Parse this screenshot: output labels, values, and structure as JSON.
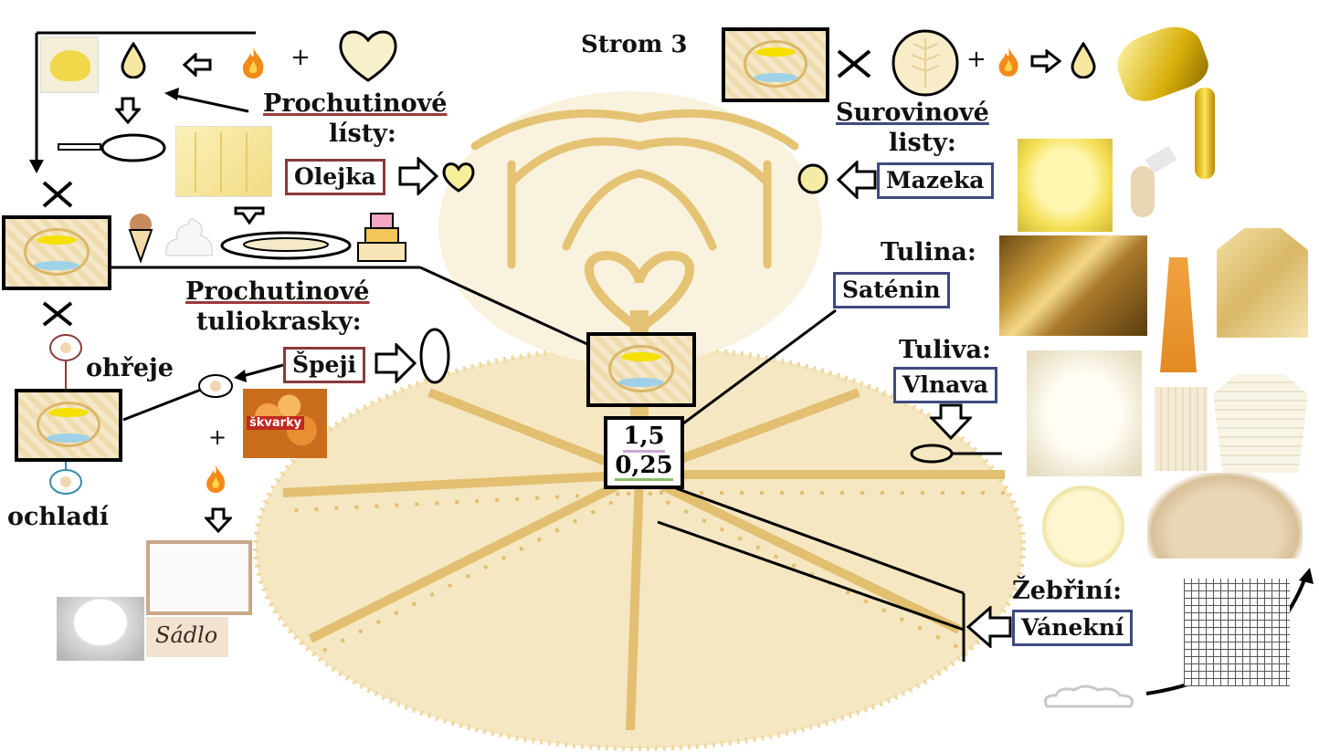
{
  "title": "Strom 3",
  "labels": {
    "prochutinove_listy": "Prochutinové",
    "listy": "lísty:",
    "olejka": "Olejka",
    "prochutinove_tulio": "Prochutinové",
    "tuliokrasky": "tuliokrasky:",
    "speji": "Špeji",
    "ohreje": "ohřeje",
    "ochladi": "ochladí",
    "skvarky": "škvarky",
    "sadlo": "Sádlo",
    "surovinove": "Surovinové",
    "surovinove_listy": "listy:",
    "mazeka": "Mazeka",
    "tulina": "Tulina:",
    "satenin": "Saténin",
    "tuliva": "Tuliva:",
    "vlnava": "Vlnava",
    "zebrini": "Žebřiní:",
    "vanekni": "Vánekní",
    "num_top": "1,5",
    "num_bottom": "0,25",
    "plus": "+"
  },
  "colors": {
    "gold": "#e8c56a",
    "cream": "#f4e8c8",
    "accent_red": "#9b3a3a",
    "accent_blue": "#3f4a80"
  },
  "icons": [
    "drop-icon",
    "arrow-left-icon",
    "flame-icon",
    "arrow-right-icon",
    "arrow-down-icon",
    "cross-icon",
    "heart-icon",
    "circle-icon"
  ]
}
